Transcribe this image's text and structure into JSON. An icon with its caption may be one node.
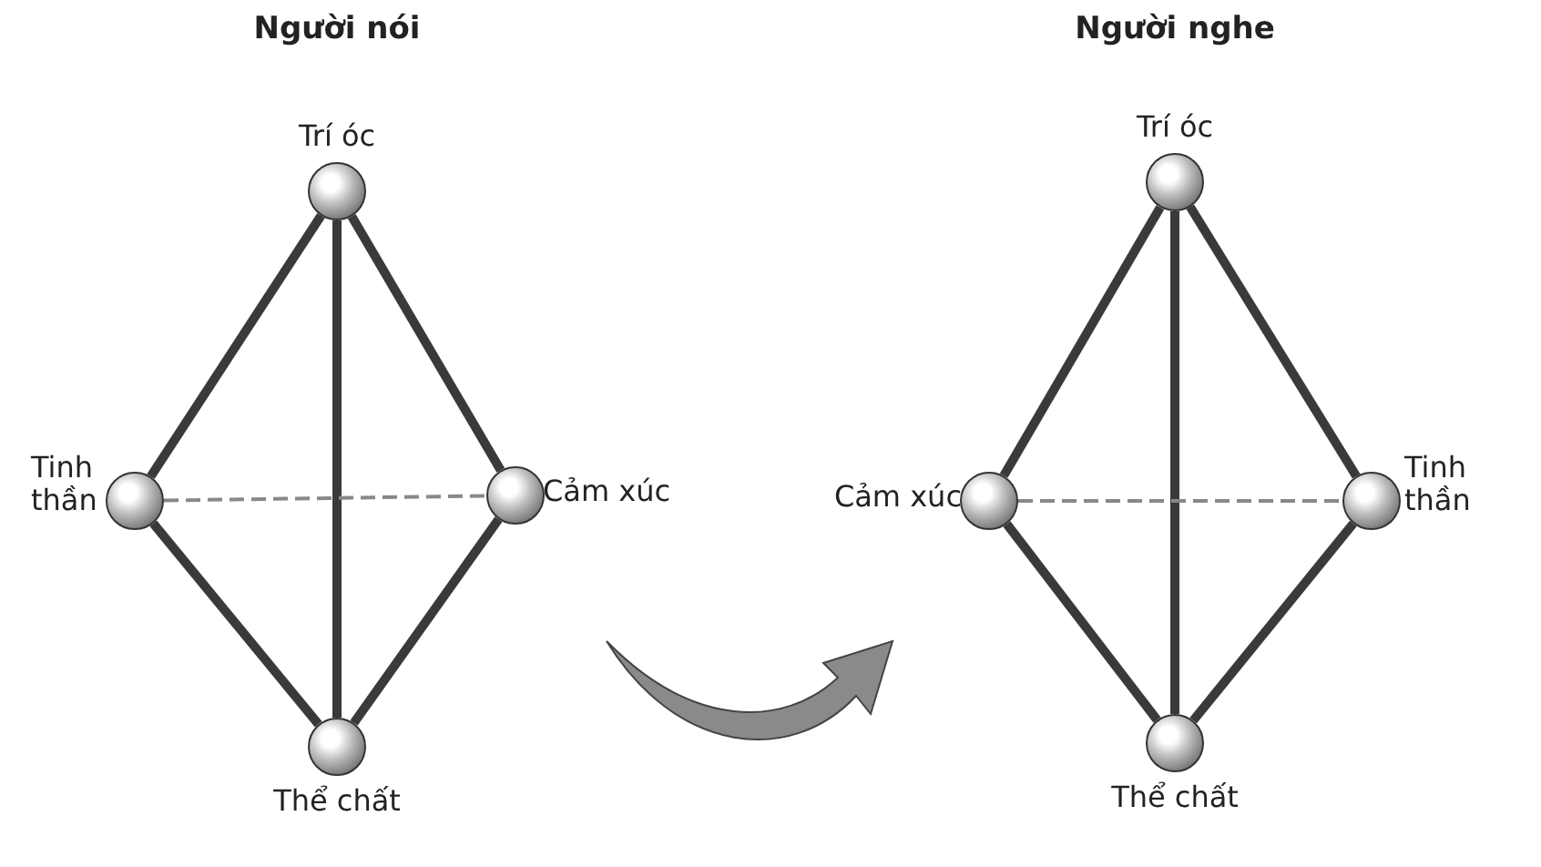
{
  "diagram": {
    "nodes": [
      {
        "text": [
          "Trí óc"
        ]
      },
      {
        "text": [
          "Tinh thần"
        ]
      },
      {
        "text": [
          "Cảm xúc"
        ]
      },
      {
        "text": [
          "Thể chất"
        ]
      },
      {
        "text": [
          "Trí óc"
        ]
      },
      {
        "text": [
          "Cảm xúc"
        ]
      },
      {
        "text": [
          "Tinh thần"
        ]
      },
      {
        "text": [
          "Thể chất"
        ]
      }
    ],
    "edges": [
      {
        "from": 0,
        "to": 1,
        "arrow": "none"
      },
      {
        "from": 0,
        "to": 2,
        "arrow": "none"
      },
      {
        "from": 0,
        "to": 3,
        "arrow": "none"
      },
      {
        "from": 1,
        "to": 3,
        "arrow": "none"
      },
      {
        "from": 2,
        "to": 3,
        "arrow": "none"
      },
      {
        "from": 1,
        "to": 2,
        "arrow": "none",
        "style": "dashed"
      },
      {
        "from": 4,
        "to": 5,
        "arrow": "none"
      },
      {
        "from": 4,
        "to": 6,
        "arrow": "none"
      },
      {
        "from": 4,
        "to": 7,
        "arrow": "none"
      },
      {
        "from": 5,
        "to": 7,
        "arrow": "none"
      },
      {
        "from": 6,
        "to": 7,
        "arrow": "none"
      },
      {
        "from": 5,
        "to": 6,
        "arrow": "none",
        "style": "dashed"
      }
    ],
    "labels": [
      "Người nói",
      "Người nghe"
    ]
  }
}
